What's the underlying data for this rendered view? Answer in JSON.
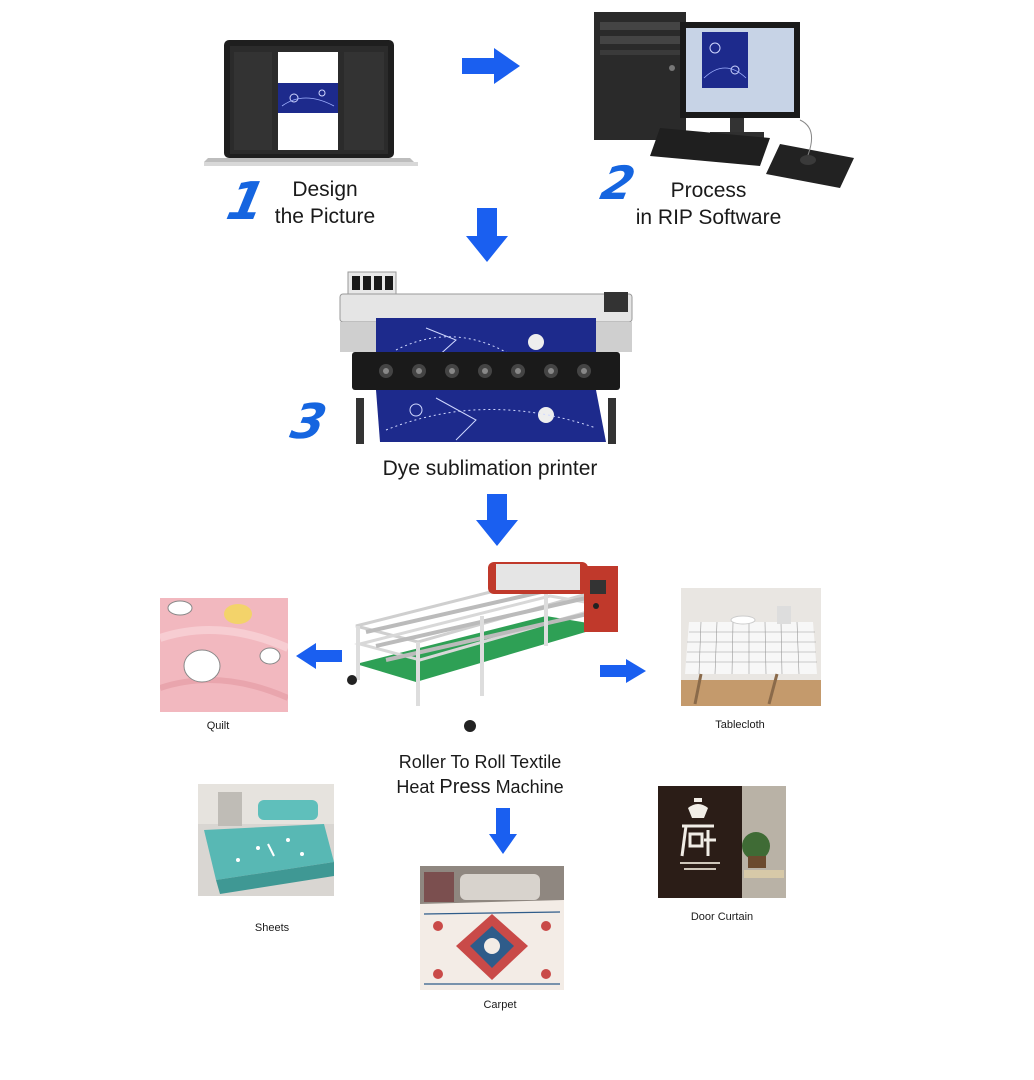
{
  "steps": [
    {
      "number": "1",
      "label_line1": "Design",
      "label_line2": "the Picture"
    },
    {
      "number": "2",
      "label_line1": "Process",
      "label_line2": "in RIP Software"
    },
    {
      "number": "3",
      "label": "Dye sublimation printer"
    }
  ],
  "machine": {
    "line1": "Roller To Roll Textile",
    "line2_a": "Heat",
    "line2_b": "Press",
    "line2_c": "Machine"
  },
  "products": {
    "quilt": "Quilt",
    "tablecloth": "Tablecloth",
    "sheets": "Sheets",
    "carpet": "Carpet",
    "door_curtain": "Door Curtain"
  },
  "colors": {
    "accent": "#1565e0",
    "arrow": "#1a5ff0",
    "fabric": "#1d2a8c"
  }
}
